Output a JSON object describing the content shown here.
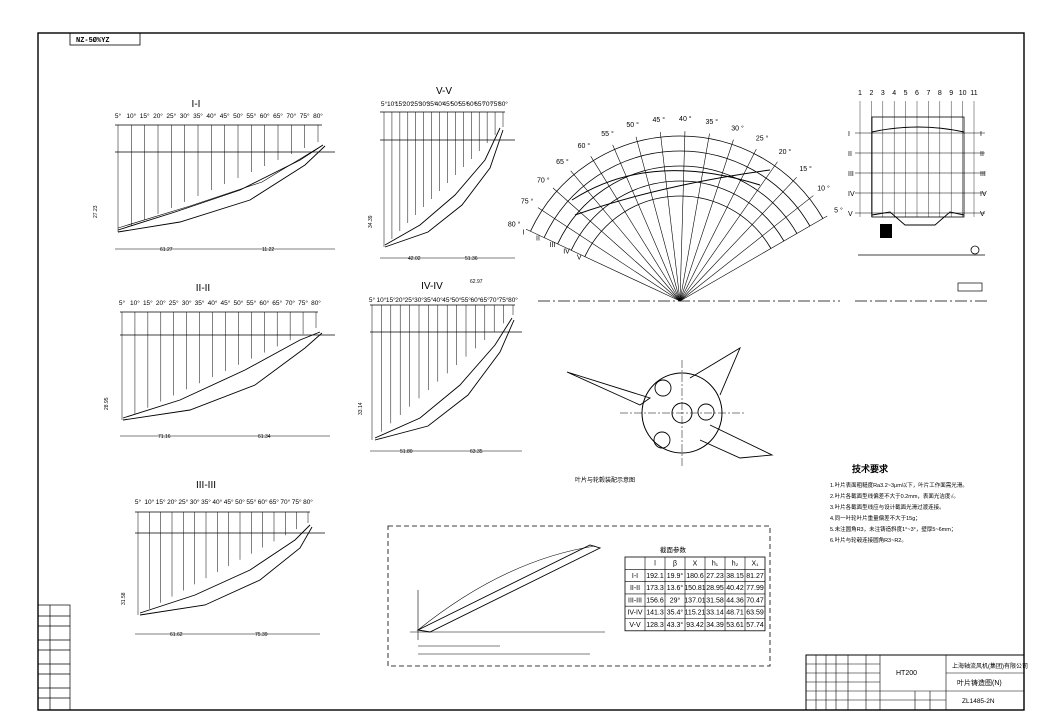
{
  "drawing_code_top": "NZ-5Ø%YZ",
  "views": {
    "section_1": {
      "title": "I-I",
      "angles": [
        "5°",
        "10°",
        "15°",
        "20°",
        "25°",
        "30°",
        "35°",
        "40°",
        "45°",
        "50°",
        "55°",
        "60°",
        "65°",
        "70°",
        "75°",
        "80°"
      ],
      "dims": [
        "61.27",
        "11.22",
        "27.23"
      ]
    },
    "section_2": {
      "title": "II-II",
      "angles": [
        "5°",
        "10°",
        "15°",
        "20°",
        "25°",
        "30°",
        "35°",
        "40°",
        "45°",
        "50°",
        "55°",
        "60°",
        "65°",
        "70°",
        "75°",
        "80°"
      ],
      "dims": [
        "71.16",
        "61.34",
        "28.95"
      ]
    },
    "section_3": {
      "title": "III-III",
      "angles": [
        "5°",
        "10°",
        "15°",
        "20°",
        "25°",
        "30°",
        "35°",
        "40°",
        "45°",
        "50°",
        "55°",
        "60°",
        "65°",
        "70°",
        "75°",
        "80°"
      ],
      "dims": [
        "61.62",
        "75.39",
        "31.58"
      ]
    },
    "section_4": {
      "title": "IV-IV",
      "angles": [
        "5°",
        "10°",
        "15°",
        "20°",
        "25°",
        "30°",
        "35°",
        "40°",
        "45°",
        "50°",
        "55°",
        "60°",
        "65°",
        "70°",
        "75°",
        "80°"
      ],
      "dims": [
        "51.80",
        "63.35",
        "62.97",
        "33.14"
      ]
    },
    "section_5": {
      "title": "V-V",
      "angles": [
        "5°",
        "10°",
        "15°",
        "20°",
        "25°",
        "30°",
        "35°",
        "40°",
        "45°",
        "50°",
        "55°",
        "60°",
        "65°",
        "70°",
        "75°",
        "80°"
      ],
      "dims": [
        "42.02",
        "51.36",
        "34.39"
      ]
    },
    "plan_fan": {
      "angles": [
        "80",
        "75",
        "70",
        "65",
        "60",
        "55",
        "50",
        "45",
        "40",
        "35",
        "30",
        "25",
        "20",
        "15",
        "10",
        "5"
      ],
      "sections": [
        "I",
        "II",
        "III",
        "IV",
        "V"
      ]
    },
    "side_view": {
      "columns": [
        "1",
        "2",
        "3",
        "4",
        "5",
        "6",
        "7",
        "8",
        "9",
        "10",
        "11"
      ],
      "rows": [
        "I",
        "II",
        "III",
        "IV",
        "V"
      ]
    }
  },
  "notes_title": "技术要求",
  "notes": [
    "1.叶片表面粗糙度Ra3.2~3μm以下，叶片工作面需光滑。",
    "2.叶片各截面型线偏差不大于0.2mm，表面光洁度√。",
    "3.叶片各截面型线应与设计截面光滑过渡连接。",
    "4.同一叶轮叶片重量偏差不大于15g；",
    "5.未注圆角R3，未注铸造斜度1°~3°，壁厚5~6mm；",
    "6.叶片与轮毂连接圆角R3~R2。"
  ],
  "table": {
    "title": "截面参数",
    "headers": [
      "",
      "l",
      "β",
      "X",
      "h₁",
      "h₂",
      "X₁"
    ],
    "rows": [
      [
        "I-I",
        "192.1",
        "19.9°",
        "180.6",
        "27.23",
        "38.15",
        "81.27"
      ],
      [
        "II-II",
        "173.3",
        "13.6°",
        "150.81",
        "28.95",
        "40.42",
        "77.99"
      ],
      [
        "III-III",
        "156.6",
        "29°",
        "137.01",
        "31.58",
        "44.36",
        "70.47"
      ],
      [
        "IV-IV",
        "141.3",
        "35.4°",
        "115.21",
        "33.14",
        "48.71",
        "63.59"
      ],
      [
        "V-V",
        "128.3",
        "43.3°",
        "93.42",
        "34.39",
        "53.61",
        "57.74"
      ]
    ]
  },
  "title_block": {
    "material": "HT200",
    "company": "上海轴流风机(集团)有限公司",
    "drawing_name": "叶片铸造图(N)",
    "drawing_number": "ZL1485-2N"
  },
  "hub_caption": "叶片与轮毂装配示意图",
  "colors": {
    "ink": "#000000",
    "paper": "#ffffff"
  }
}
